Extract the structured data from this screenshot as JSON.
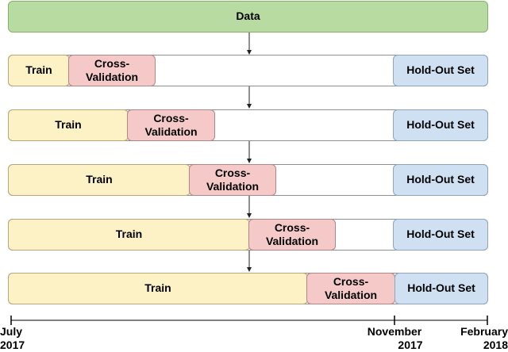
{
  "data_label": "Data",
  "rows": [
    {
      "train": "Train",
      "cv_line1": "Cross-",
      "cv_line2": "Validation",
      "holdout": "Hold-Out Set"
    },
    {
      "train": "Train",
      "cv_line1": "Cross-",
      "cv_line2": "Validation",
      "holdout": "Hold-Out Set"
    },
    {
      "train": "Train",
      "cv_line1": "Cross-",
      "cv_line2": "Validation",
      "holdout": "Hold-Out Set"
    },
    {
      "train": "Train",
      "cv_line1": "Cross-",
      "cv_line2": "Validation",
      "holdout": "Hold-Out Set"
    },
    {
      "train": "Train",
      "cv_line1": "Cross-",
      "cv_line2": "Validation",
      "holdout": "Hold-Out Set"
    }
  ],
  "timeline": {
    "start": {
      "line1": "July",
      "line2": "2017"
    },
    "mid": {
      "line1": "November",
      "line2": "2017"
    },
    "end": {
      "line1": "February",
      "line2": "2018"
    }
  },
  "colors": {
    "data": "#b7dba0",
    "train": "#fdf1c6",
    "cross_validation": "#f6c9c9",
    "holdout": "#cfe0f3"
  }
}
